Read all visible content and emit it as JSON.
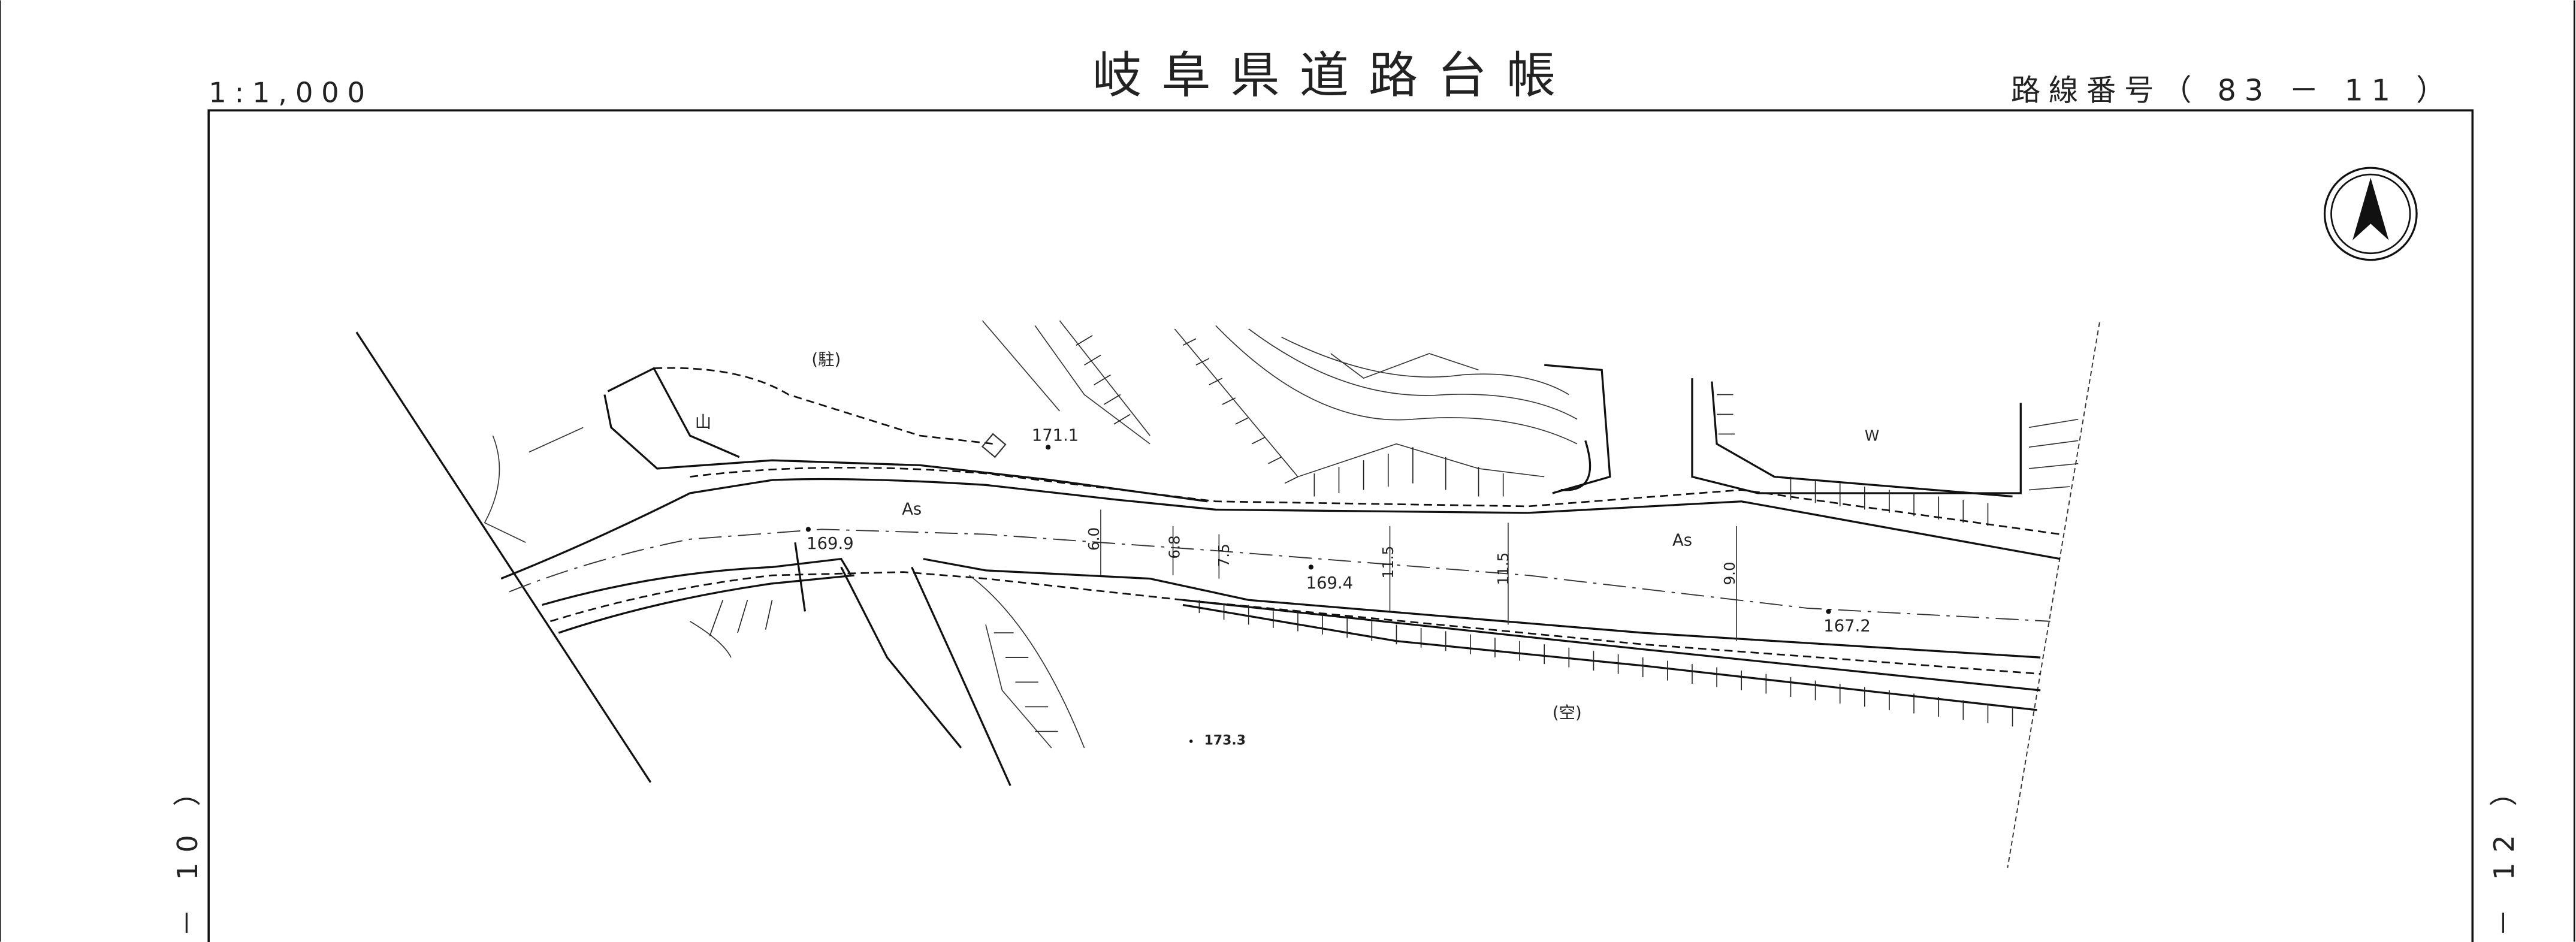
{
  "header": {
    "scale": "1:1,000",
    "title": "岐阜県道路台帳",
    "route_number": "路線番号（ 83 － 11 ）"
  },
  "side_labels": {
    "left_sheet": "－ 10 ）",
    "right_sheet": "－ 12 ）"
  },
  "map_labels": {
    "parking": "(駐)",
    "mountain": "山",
    "elev_1": "171.1",
    "surface_1": "As",
    "elev_2": "169.9",
    "width_1": "6.0",
    "width_2": "6.8",
    "width_3": "7.5",
    "elev_3": "169.4",
    "width_4": "11.5",
    "width_5": "11.5",
    "surface_2": "As",
    "width_6": "9.0",
    "elev_4": "167.2",
    "water": "W",
    "vacant": "(空)",
    "elev_5": "173.3"
  },
  "icons": {
    "north_arrow": "north-arrow-icon"
  }
}
